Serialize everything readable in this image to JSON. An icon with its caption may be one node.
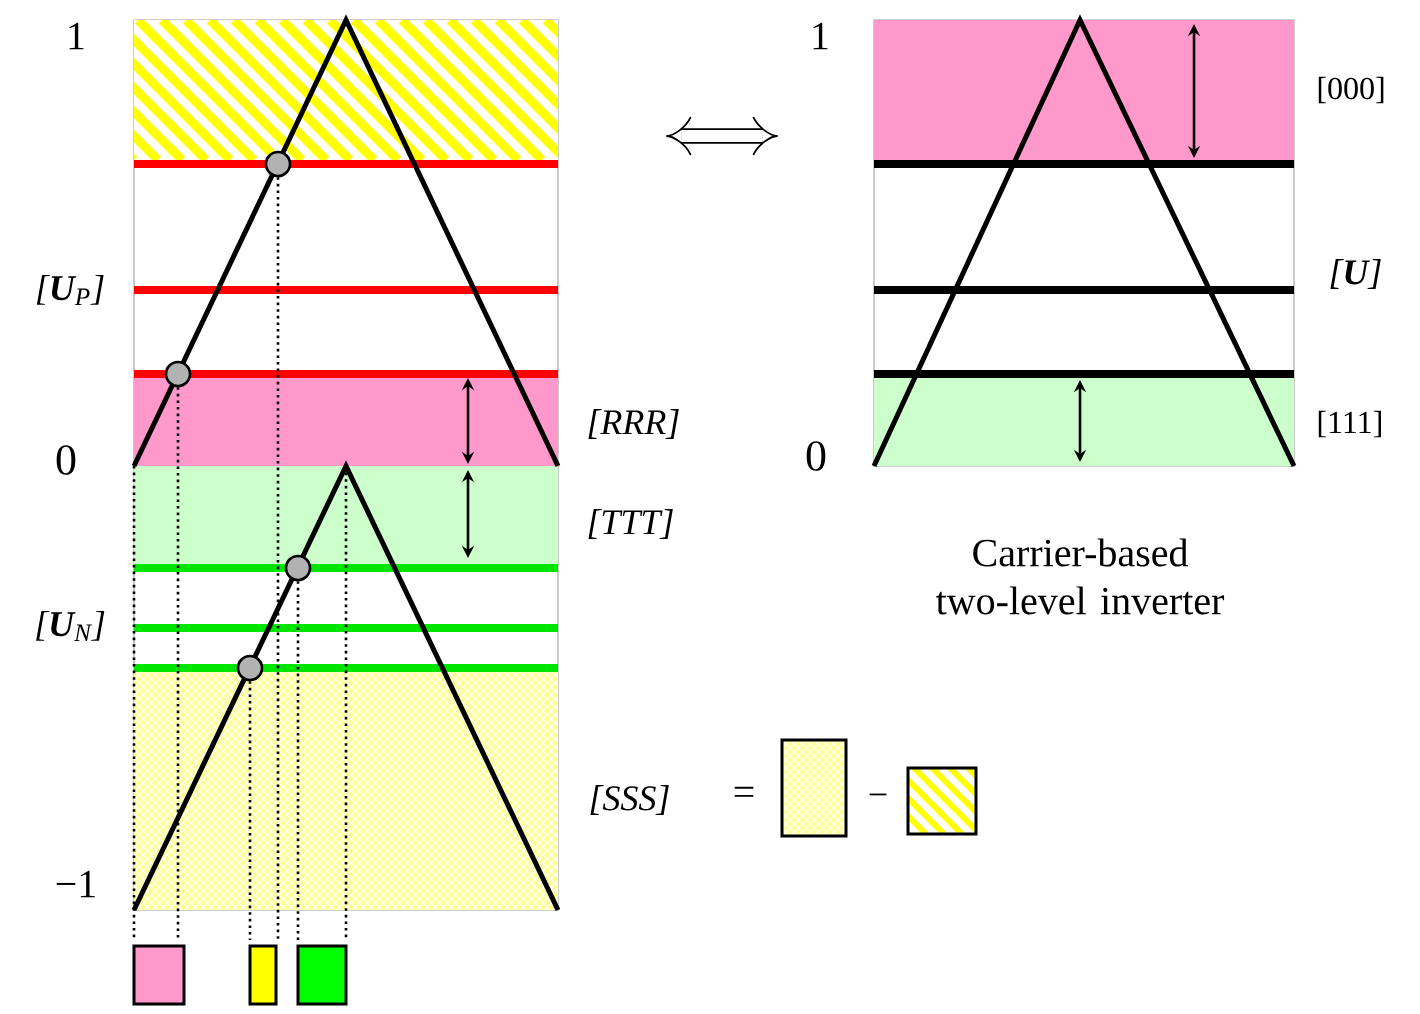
{
  "diagram": {
    "labels": [
      "1",
      "[**U**$_{P}$]",
      "0",
      "[RRR]",
      "[TTT]",
      "[**U**$_{N}$]",
      "[SSS]",
      "=",
      "−",
      "−1",
      "1",
      "0",
      "[000]",
      "[**U**]",
      "[111]",
      "Carrier-based two-level inverter"
    ]
  }
}
